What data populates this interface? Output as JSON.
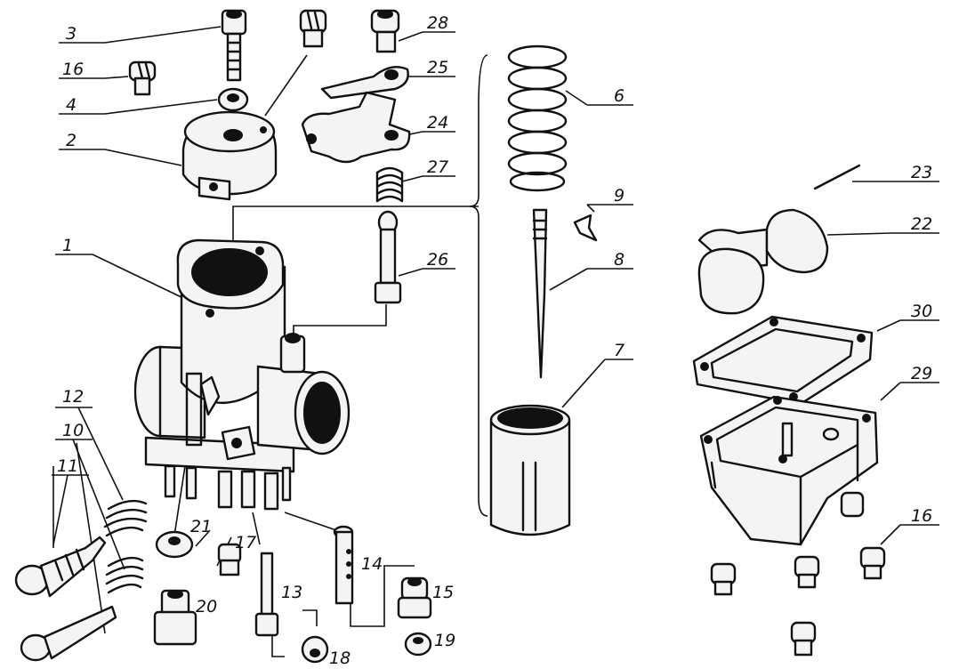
{
  "diagram": {
    "callouts": {
      "c1": "1",
      "c2": "2",
      "c3": "3",
      "c4": "4",
      "c6": "6",
      "c7": "7",
      "c8": "8",
      "c9": "9",
      "c10": "10",
      "c11": "11",
      "c12": "12",
      "c13": "13",
      "c14": "14",
      "c15": "15",
      "c16a": "16",
      "c16b": "16",
      "c17": "17",
      "c18": "18",
      "c19": "19",
      "c20": "20",
      "c21": "21",
      "c22": "22",
      "c23": "23",
      "c24": "24",
      "c25": "25",
      "c26": "26",
      "c27": "27",
      "c28": "28",
      "c29": "29",
      "c30": "30"
    }
  }
}
